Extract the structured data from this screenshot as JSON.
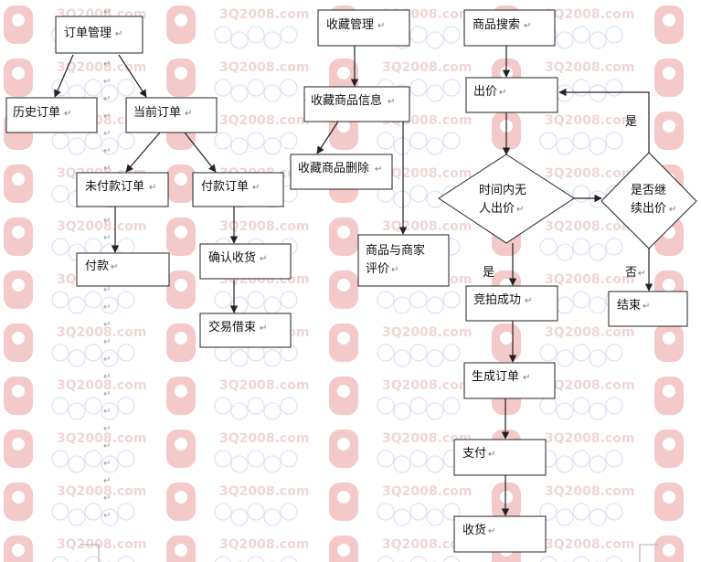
{
  "watermark": {
    "text": "3Q2008.com"
  },
  "paragraph_mark": "↵",
  "nodes": {
    "order_mgmt": "订单管理",
    "order_history": "历史订单",
    "order_current": "当前订单",
    "order_unpaid": "未付款订单",
    "order_paid": "付款订单",
    "pay": "付款",
    "confirm_receipt": "确认收货",
    "trade_end": "交易借束",
    "fav_mgmt": "收藏管理",
    "fav_info": "收藏商品信息",
    "fav_delete": "收藏商品删除",
    "rate_line1": "商品与商家",
    "rate_line2": "评价",
    "search": "商品搜索",
    "bid": "出价",
    "no_bid_line1": "时间内无",
    "no_bid_line2": "人出价",
    "continue_line1": "是否继",
    "continue_line2": "续出价",
    "auction_success": "竞拍成功",
    "end": "结束",
    "create_order": "生成订单",
    "payment": "支付",
    "receive": "收货"
  },
  "edge_labels": {
    "yes_top": "是",
    "yes_bottom": "是",
    "no": "否"
  }
}
